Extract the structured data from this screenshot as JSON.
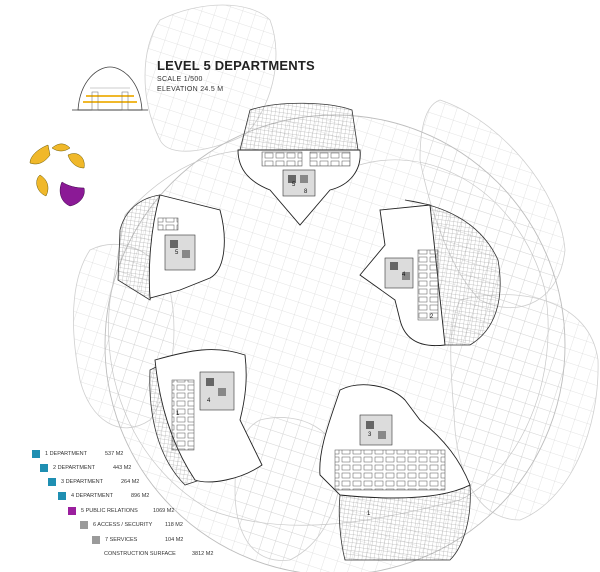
{
  "header": {
    "title": "LEVEL 5  DEPARTMENTS",
    "scale": "SCALE 1/500",
    "elevation": "ELEVATION 24.5 M"
  },
  "legend": {
    "items": [
      {
        "label": "1 DEPARTMENT",
        "area": "537 M2",
        "color": "#1f8fb2"
      },
      {
        "label": "2 DEPARTMENT",
        "area": "443 M2",
        "color": "#1f8fb2"
      },
      {
        "label": "3 DEPARTMENT",
        "area": "264 M2",
        "color": "#1f8fb2"
      },
      {
        "label": "4 DEPARTMENT",
        "area": "896 M2",
        "color": "#1f8fb2"
      },
      {
        "label": "5 PUBLIC RELATIONS",
        "area": "1069 M2",
        "color": "#9b1f9e"
      },
      {
        "label": "6 ACCESS / SECURITY",
        "area": "118 M2",
        "color": "#9a9a9a"
      },
      {
        "label": "7 SERVICES",
        "area": "104 M2",
        "color": "#9a9a9a"
      }
    ],
    "total_label": "CONSTRUCTION SURFACE",
    "total_area": "3812 M2"
  },
  "key_plan": {
    "petal_color": "#f0b82a",
    "highlight_color": "#8b1a96"
  },
  "plan_labels": [
    "5",
    "5",
    "4",
    "4",
    "3",
    "2",
    "1",
    "8",
    "1"
  ]
}
